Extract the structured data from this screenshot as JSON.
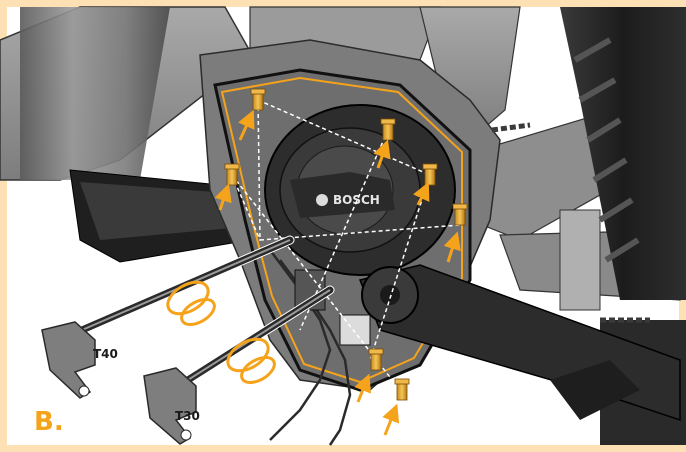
{
  "brand_label": "BOSCH",
  "step_label": "B.",
  "tools": [
    {
      "label": "T40"
    },
    {
      "label": "T30"
    }
  ],
  "colors": {
    "frame_border": "#fde0b4",
    "accent": "#f5a31a",
    "frame_grey": "#8a8a8a",
    "motor_dark": "#2b2b2b"
  }
}
